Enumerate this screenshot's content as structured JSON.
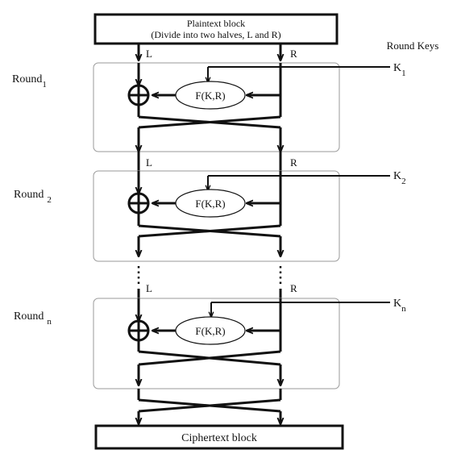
{
  "plaintext": {
    "line1": "Plaintext block",
    "line2": "(Divide into two halves, L and R)"
  },
  "ciphertext": "Ciphertext block",
  "round_keys_title": "Round Keys",
  "half_left": "L",
  "half_right": "R",
  "function_label": "F(K,R)",
  "rounds": [
    {
      "label": "Round",
      "sub": "1",
      "key": "K",
      "key_sub": "1"
    },
    {
      "label": "Round",
      "sub": "2",
      "key": "K",
      "key_sub": "2"
    },
    {
      "label": "Round",
      "sub": "n",
      "key": "K",
      "key_sub": "n"
    }
  ],
  "colors": {
    "stroke": "#111111",
    "round_border": "#9a9a9a"
  }
}
